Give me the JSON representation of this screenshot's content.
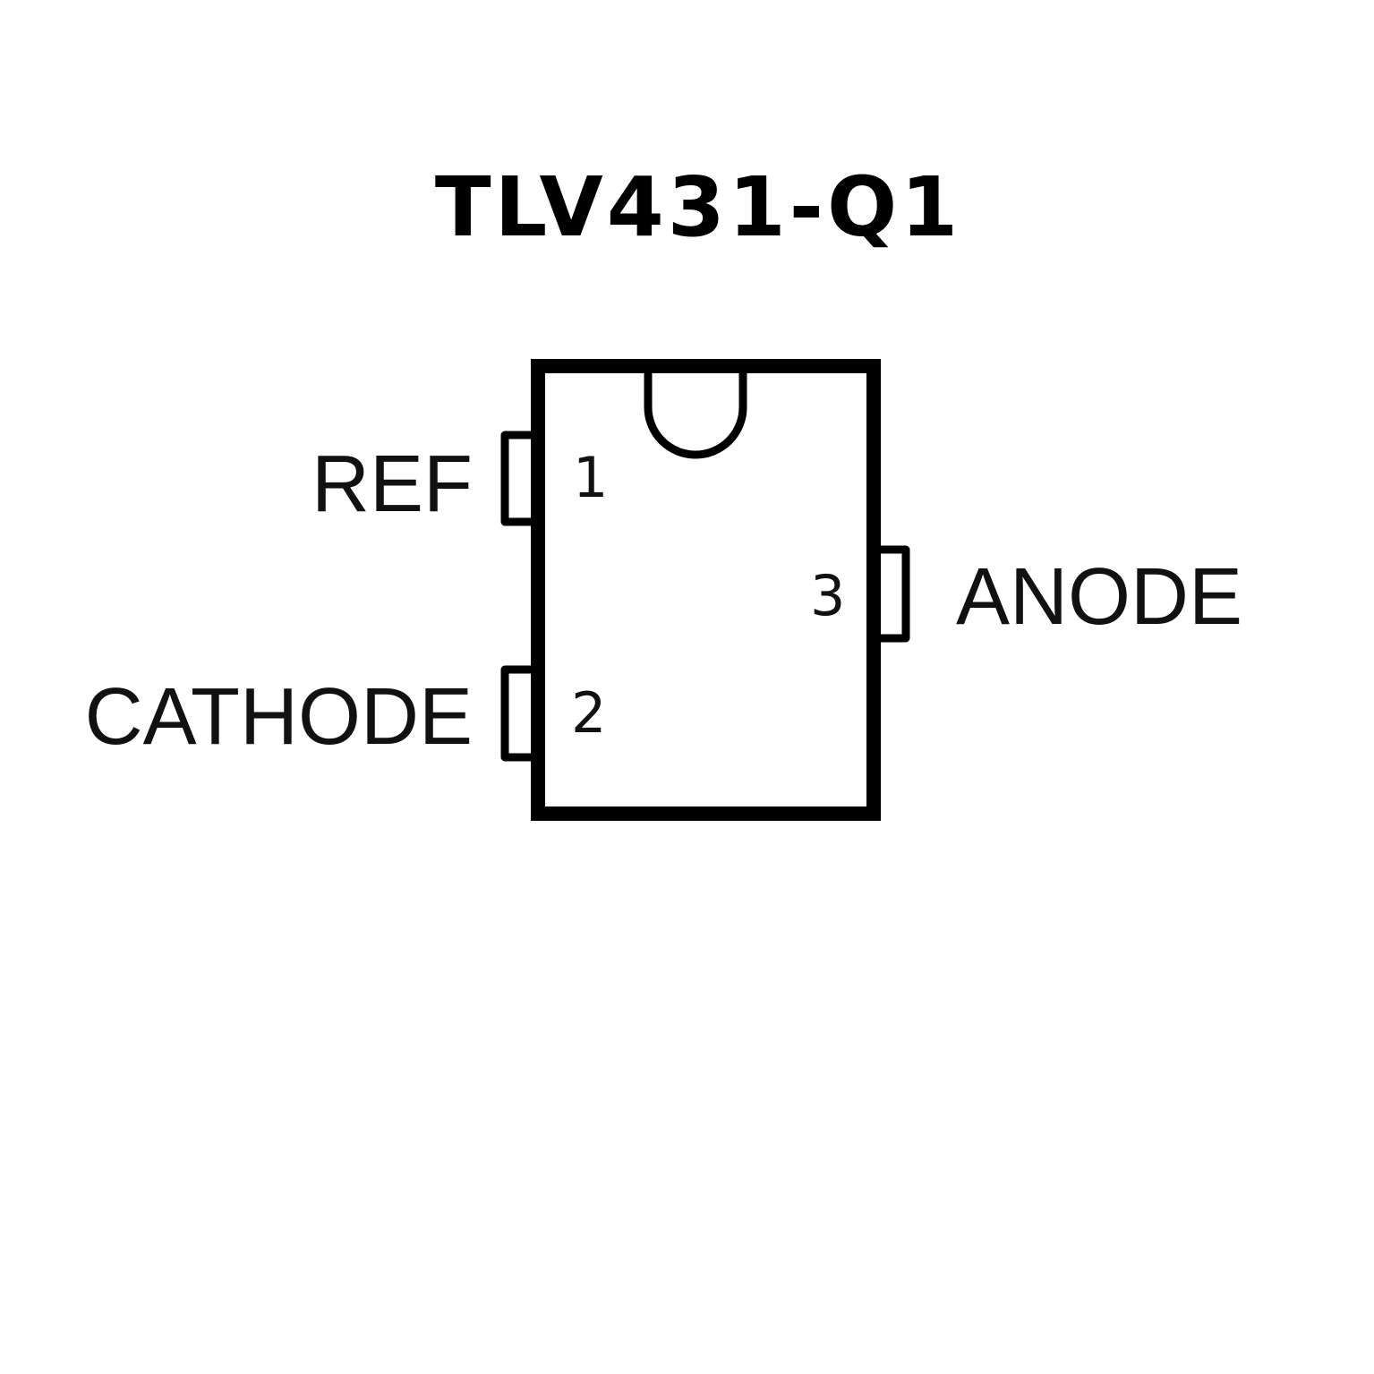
{
  "title": "TLV431-Q1",
  "package": {
    "pins": [
      {
        "number": "1",
        "name": "REF",
        "side": "left"
      },
      {
        "number": "2",
        "name": "CATHODE",
        "side": "left"
      },
      {
        "number": "3",
        "name": "ANODE",
        "side": "right"
      }
    ]
  },
  "colors": {
    "stroke": "#000000",
    "background": "#ffffff"
  }
}
